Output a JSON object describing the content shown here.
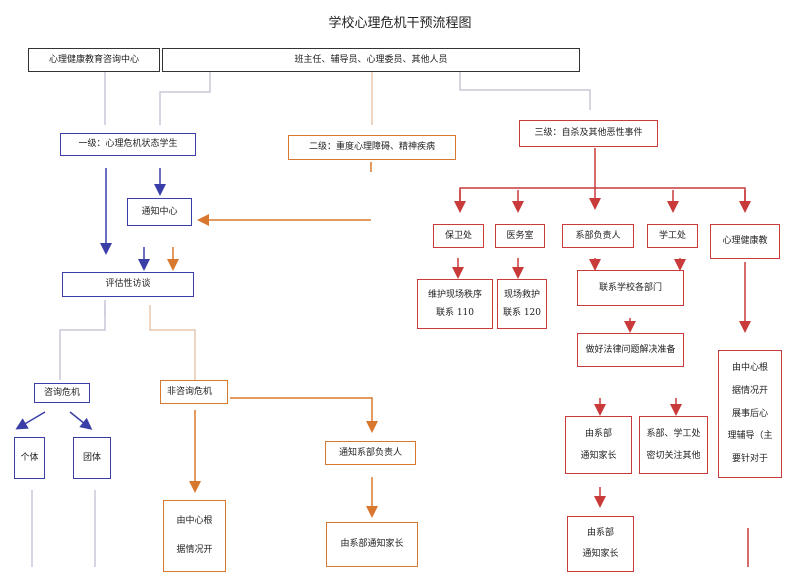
{
  "title": "学校心理危机干预流程图",
  "nodes": {
    "counseling_center": "心理健康教育咨询中心",
    "staff": "班主任、辅导员、心理委员、其他人员",
    "level1": "一级：心理危机状态学生",
    "level2": "二级：重度心理障碍、精神疾病",
    "level3": "三级：自杀及其他恶性事件",
    "notify_center": "通知中心",
    "assessment": "评估性访谈",
    "security": "保卫处",
    "clinic": "医务室",
    "dept_head": "系部负责人",
    "student_affairs": "学工处",
    "mh_education": "心理健康教",
    "security_task_1": "维护现场秩序",
    "security_task_2": "联系 110",
    "clinic_task_1": "现场救护",
    "clinic_task_2": "联系 120",
    "contact_depts": "联系学校各部门",
    "legal_prep": "做好法律问题解决准备",
    "dept_notify_parents_1": "由系部",
    "dept_notify_parents_2": "通知家长",
    "dept_sa_attention_1": "系部、学工处",
    "dept_sa_attention_2": "密切关注其他",
    "center_followup": [
      "由中心根",
      "据情况开",
      "展事后心",
      "理辅导（主",
      "要针对于"
    ],
    "dept_notify_parents_b_1": "由系部",
    "dept_notify_parents_b_2": "通知家长",
    "crisis": "咨询危机",
    "non_crisis": "非咨询危机",
    "individual": "个体",
    "group": "团体",
    "notify_dept_head": "通知系部负责人",
    "center_situation": [
      "由中心根",
      "据情况开"
    ],
    "dept_notify_parents_c": "由系部通知家长"
  },
  "colors": {
    "level1": "#3a3fa8",
    "level2": "#d8782f",
    "level3": "#c93a3a",
    "neutral": "#333333",
    "faint": "#c8c8d8"
  }
}
